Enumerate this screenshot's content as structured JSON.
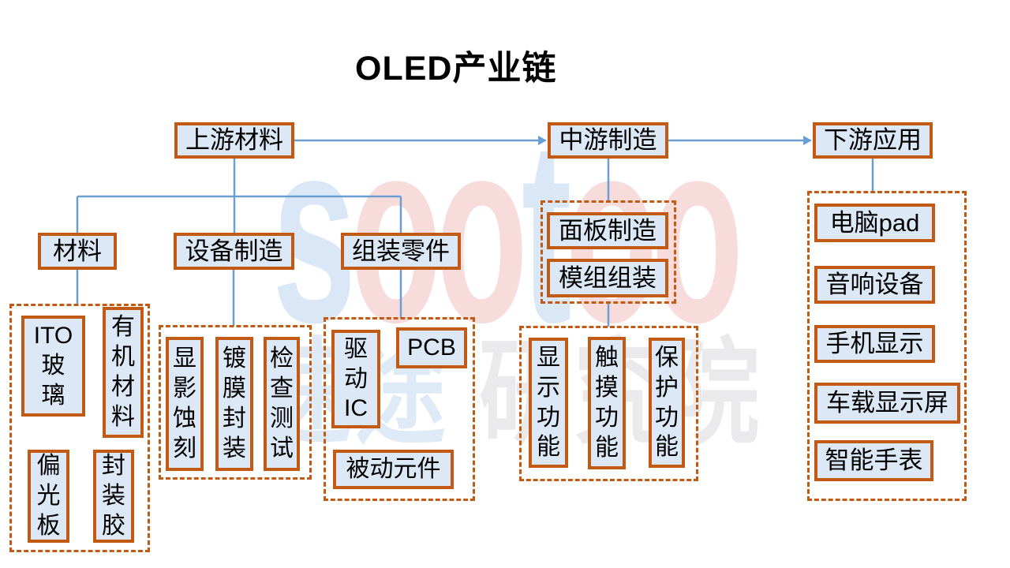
{
  "title": "OLED产业链",
  "watermark": {
    "logo_parts": [
      {
        "text": "s",
        "color": "#d9e7f6"
      },
      {
        "text": "oo",
        "color": "#f8dcdc"
      },
      {
        "text": "t",
        "color": "#d9e7f6"
      },
      {
        "text": "oo",
        "color": "#f8dcdc"
      }
    ],
    "sub_parts": [
      {
        "text": "速途 ",
        "color": "#dfeaf7"
      },
      {
        "text": "研究院",
        "color": "#eaeaec"
      }
    ]
  },
  "colors": {
    "node_border": "#c25a14",
    "node_fill": "#dce8f5",
    "connector": "#6b9fd4",
    "title": "#000000"
  },
  "level1": {
    "upstream": "上游材料",
    "midstream": "中游制造",
    "downstream": "下游应用"
  },
  "upstream_branch": {
    "materials": {
      "label": "材料",
      "items": {
        "ito_glass": "ITO\n玻\n璃",
        "organic_materials": "有\n机\n材\n料",
        "polarizer": "偏\n光\n板",
        "encapsulation_glue": "封\n装\n胶"
      }
    },
    "equipment_manufacturing": {
      "label": "设备制造",
      "items": {
        "development_etching": "显\n影\n蚀\n刻",
        "coating_encapsulation": "镀\n膜\n封\n装",
        "inspection_testing": "检\n查\n测\n试"
      }
    },
    "assembly_parts": {
      "label": "组装零件",
      "items": {
        "driver_ic": "驱\n动\nIC",
        "pcb": "PCB",
        "passive_components": "被动元件"
      }
    }
  },
  "midstream_branch": {
    "stages": {
      "panel_manufacturing": "面板制造",
      "module_assembly": "模组组装"
    },
    "functions": {
      "display_function": "显\n示\n功\n能",
      "touch_function": "触\n摸\n功\n能",
      "protection_function": "保\n护\n功\n能"
    }
  },
  "downstream_branch": {
    "computer_pad": "电脑pad",
    "audio_equipment": "音响设备",
    "phone_display": "手机显示",
    "car_display": "车载显示屏",
    "smart_watch": "智能手表"
  }
}
